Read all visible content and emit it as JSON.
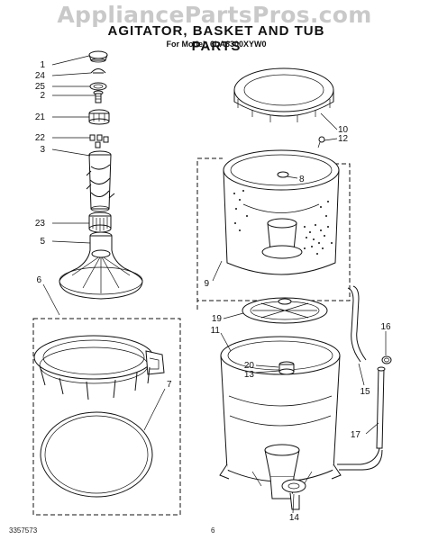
{
  "watermark": "AppliancePartsPros.com",
  "title": "AGITATOR, BASKET AND TUB PARTS",
  "subtitle": "For Model: 6LA6300XYW0",
  "footer": {
    "code": "3357573",
    "page": "6"
  },
  "callouts": [
    "1",
    "24",
    "25",
    "2",
    "21",
    "22",
    "3",
    "23",
    "5",
    "6",
    "7",
    "10",
    "12",
    "8",
    "9",
    "19",
    "11",
    "20",
    "13",
    "16",
    "15",
    "17",
    "14"
  ]
}
